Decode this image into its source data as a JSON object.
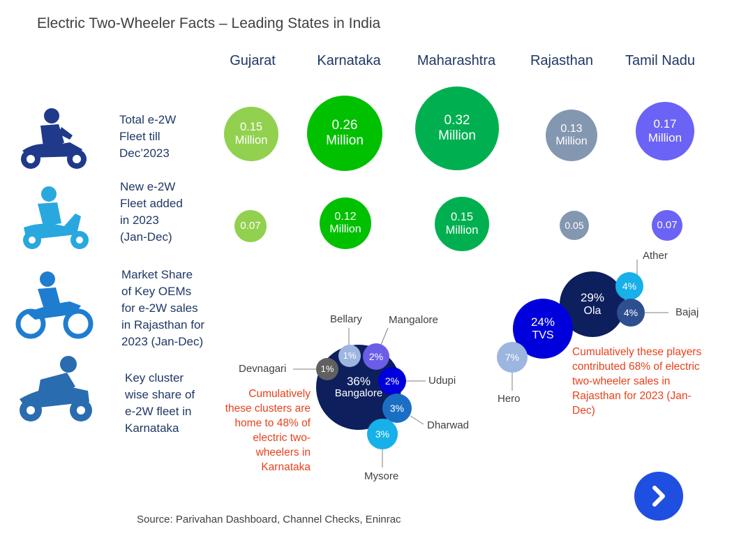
{
  "title": "Electric Two-Wheeler Facts – Leading States in India",
  "states": [
    "Gujarat",
    "Karnataka",
    "Maharashtra",
    "Rajasthan",
    "Tamil Nadu"
  ],
  "row_labels": {
    "fleet_total": [
      "Total e-2W",
      "Fleet till",
      "Dec’2023"
    ],
    "fleet_new": [
      "New e-2W",
      "Fleet added",
      "in 2023",
      "(Jan-Dec)"
    ],
    "market_share": [
      "Market Share",
      "of Key OEMs",
      "for e-2W sales",
      "in Rajasthan for",
      "2023  (Jan-Dec)"
    ],
    "cluster": [
      "Key cluster",
      "wise share of",
      "e-2W fleet in",
      "Karnataka"
    ]
  },
  "colors": {
    "Gujarat": "#92d050",
    "Karnataka": "#00c000",
    "Maharashtra": "#00b050",
    "Rajasthan": "#8497b0",
    "Tamil Nadu": "#6b63f5"
  },
  "chart_data": [
    {
      "type": "bubble",
      "title": "Total e-2W Fleet till Dec’2023",
      "categories": [
        "Gujarat",
        "Karnataka",
        "Maharashtra",
        "Rajasthan",
        "Tamil Nadu"
      ],
      "values": [
        0.15,
        0.26,
        0.32,
        0.13,
        0.17
      ],
      "labels": [
        [
          "0.15",
          "Million"
        ],
        [
          "0.26",
          "Million"
        ],
        [
          "0.32",
          "Million"
        ],
        [
          "0.13",
          "Million"
        ],
        [
          "0.17",
          "Million"
        ]
      ],
      "unit": "Million"
    },
    {
      "type": "bubble",
      "title": "New e-2W Fleet added in 2023 (Jan-Dec)",
      "categories": [
        "Gujarat",
        "Karnataka",
        "Maharashtra",
        "Rajasthan",
        "Tamil Nadu"
      ],
      "values": [
        0.07,
        0.12,
        0.15,
        0.05,
        0.07
      ],
      "labels": [
        [
          "0.07"
        ],
        [
          "0.12",
          "Million"
        ],
        [
          "0.15",
          "Million"
        ],
        [
          "0.05"
        ],
        [
          "0.07"
        ]
      ],
      "unit": "Million"
    },
    {
      "type": "bubble",
      "title": "Key cluster wise share of e-2W fleet in Karnataka",
      "categories": [
        "Bangalore",
        "Devnagari",
        "Bellary",
        "Mangalore",
        "Udupi",
        "Dharwad",
        "Mysore"
      ],
      "values": [
        36,
        1,
        1,
        2,
        2,
        3,
        3
      ],
      "unit": "%",
      "note": [
        "Cumulatively",
        "these clusters are",
        "home to 48% of",
        "electric two-",
        "wheelers in",
        "Karnataka"
      ]
    },
    {
      "type": "bubble",
      "title": "Market Share of Key OEMs for e-2W sales in Rajasthan for 2023 (Jan-Dec)",
      "categories": [
        "Ola",
        "TVS",
        "Hero",
        "Ather",
        "Bajaj"
      ],
      "values": [
        29,
        24,
        7,
        4,
        4
      ],
      "unit": "%",
      "note": [
        "Cumulatively these players",
        "contributed 68% of electric",
        "two-wheeler sales in",
        "Rajasthan for 2023 (Jan-",
        "Dec)"
      ]
    }
  ],
  "source": "Source:  Parivahan Dashboard, Channel Checks, Eninrac",
  "next_icon": "chevron-right-icon"
}
